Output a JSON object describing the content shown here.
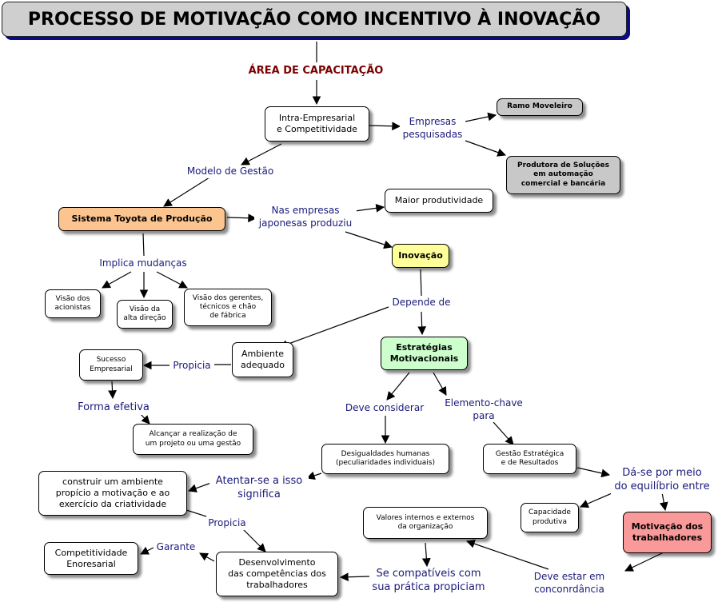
{
  "title": "PROCESSO DE MOTIVAÇÃO COMO INCENTIVO À INOVAÇÃO",
  "area_label": "ÁREA DE CAPACITAÇÃO",
  "nodes": {
    "intra": "Intra-Empresarial\ne Competitividade",
    "ramo": "Ramo Moveleiro",
    "produtora": "Produtora de Soluções\nem automação\ncomercial e bancária",
    "toyota": "Sistema Toyota de Produção",
    "maior": "Maior produtividade",
    "inovacao": "Inovação",
    "visao_acionistas": "Visão dos\nacionistas",
    "visao_direcao": "Visão da\nalta direção",
    "visao_gerentes": "Visão dos gerentes,\ntécnicos e chão\nde fábrica",
    "ambiente": "Ambiente\nadequado",
    "sucesso": "Sucesso\nEmpresarial",
    "estrategias": "Estratégias\nMotivacionais",
    "alcancar": "Alcançar a realização de\num projeto ou uma gestão",
    "desigualdades": "Desigualdades humanas\n(peculiaridades individuais)",
    "gestao": "Gestão Estratégica\ne de Resultados",
    "construir": "construir um ambiente\npropício  a motivação e ao\nexercício da criatividade",
    "valores": "Valores internos e externos\nda organização",
    "capacidade": "Capacidade\nprodutiva",
    "motivacao": "Motivação dos\ntrabalhadores",
    "competitividade": "Competitividade\nEnoresarial",
    "desenvolvimento": "Desenvolvimento\ndas competências dos\ntrabalhadores"
  },
  "links": {
    "empresas": "Empresas\npesquisadas",
    "modelo": "Modelo de Gestão",
    "nas_empresas": "Nas empresas\njaponesas produziu",
    "implica": "Implica mudanças",
    "depende": "Depende de",
    "propicia1": "Propicia",
    "forma": "Forma efetiva",
    "deve_considerar": "Deve considerar",
    "elemento": "Elemento-chave\npara",
    "atentar": "Atentar-se a isso\nsignifica",
    "da_se": "Dá-se por meio\ndo equilíbrio entre",
    "propicia2": "Propicia",
    "garante": "Garante",
    "se_compativeis": "Se compatíveis com\nsua prática propiciam",
    "deve_estar": "Deve estar em\nconconrdância"
  }
}
